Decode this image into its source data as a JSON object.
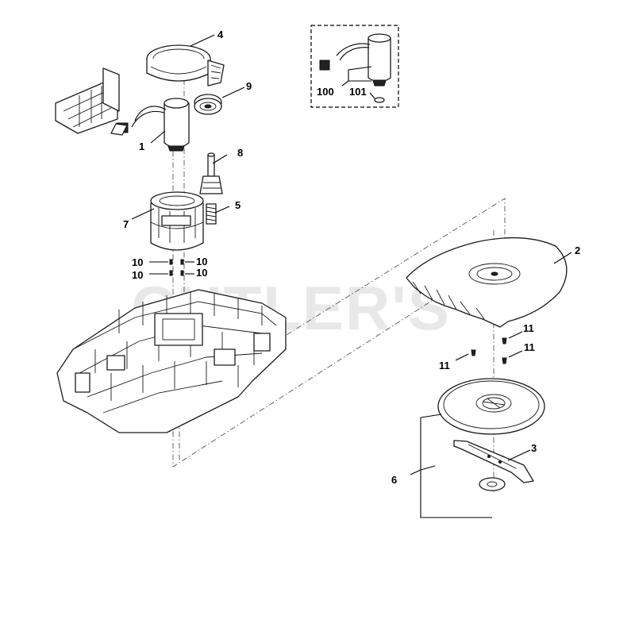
{
  "watermark": "CUTLER'S",
  "callouts": {
    "c1": "1",
    "c2": "2",
    "c3": "3",
    "c4": "4",
    "c5": "5",
    "c6": "6",
    "c7": "7",
    "c8": "8",
    "c9": "9",
    "c10a": "10",
    "c10b": "10",
    "c10c": "10",
    "c10d": "10",
    "c11a": "11",
    "c11b": "11",
    "c11c": "11",
    "c100": "100",
    "c101": "101"
  }
}
